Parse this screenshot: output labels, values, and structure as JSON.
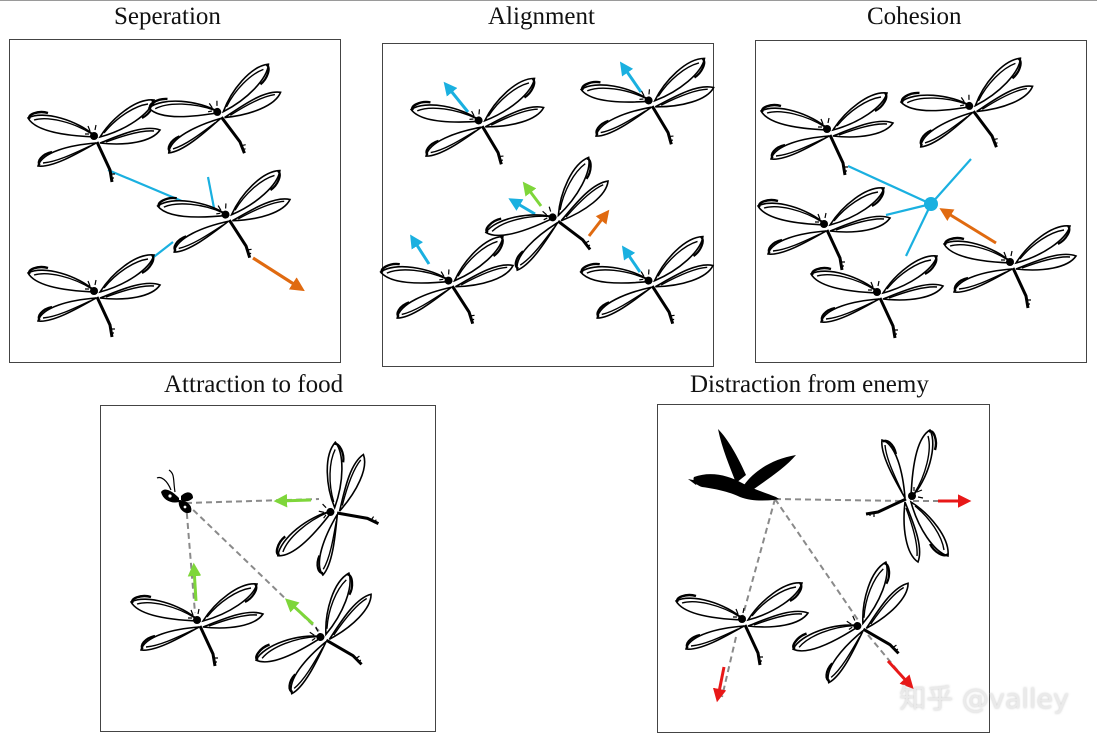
{
  "panels": {
    "separation": {
      "title": "Seperation"
    },
    "alignment": {
      "title": "Alignment"
    },
    "cohesion": {
      "title": "Cohesion"
    },
    "food": {
      "title": "Attraction to food"
    },
    "enemy": {
      "title": "Distraction from enemy"
    }
  },
  "watermark": "知乎 @valley",
  "colors": {
    "blue": "#1ab0e0",
    "orange": "#e06a10",
    "green": "#7ed63a",
    "red": "#e81818",
    "dashed": "#8a8a8a"
  },
  "icons": {
    "agent": "dragonfly-icon",
    "food": "moth-icon",
    "enemy": "bird-icon"
  }
}
